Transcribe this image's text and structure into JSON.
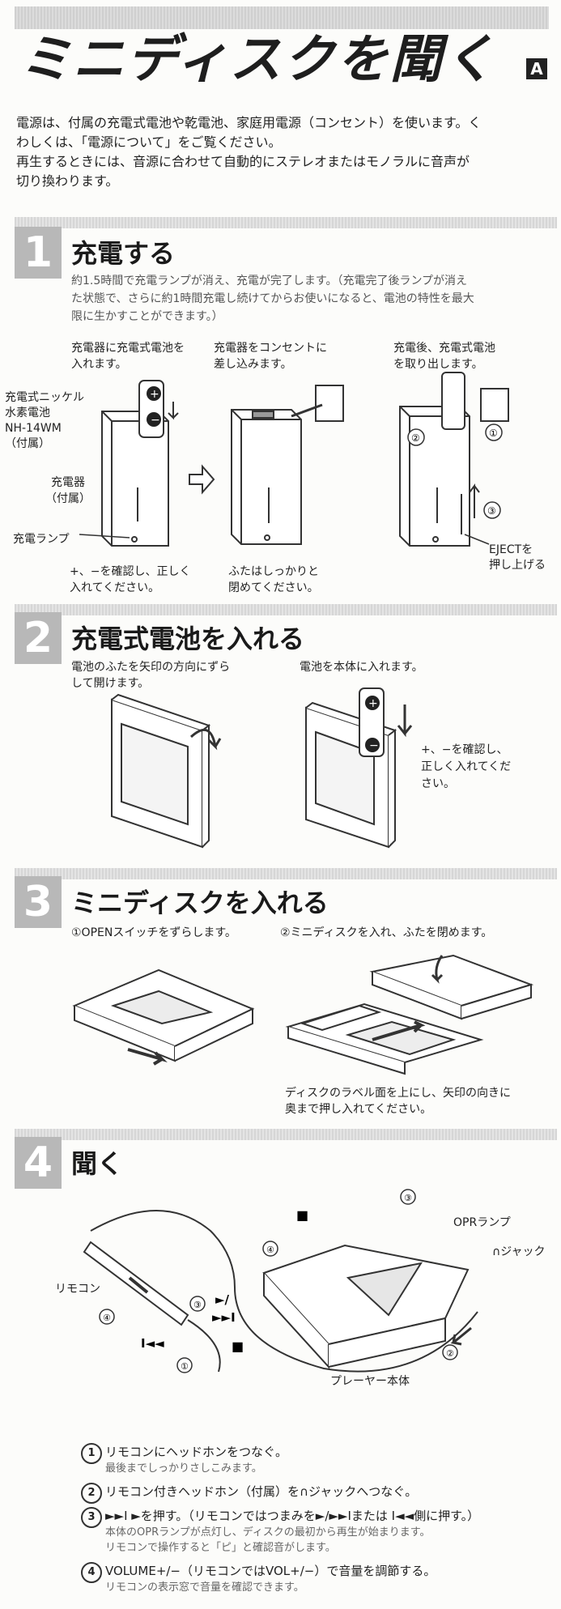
{
  "title": "ミニディスクを聞く",
  "title_badge": "A",
  "intro": [
    "電源は、付属の充電式電池や乾電池、家庭用電源（コンセント）を使います。く",
    "わしくは、「電源について」をご覧ください。",
    "再生するときには、音源に合わせて自動的にステレオまたはモノラルに音声が",
    "切り換わります。"
  ],
  "step1": {
    "number": "1",
    "title": "充電する",
    "desc": [
      "約1.5時間で充電ランプが消え、充電が完了します。（充電完了後ランプが消え",
      "た状態で、さらに約1時間充電し続けてからお使いになると、電池の特性を最大",
      "限に生かすことができます。）"
    ],
    "cap_a": [
      "充電器に充電式電池を",
      "入れます。"
    ],
    "cap_b": [
      "充電器をコンセントに",
      "差し込みます。"
    ],
    "cap_c": [
      "充電後、充電式電池",
      "を取り出します。"
    ],
    "label_battery": [
      "充電式ニッケル",
      "水素電池",
      "NH-14WM",
      "（付属）"
    ],
    "label_charger": [
      "充電器",
      "（付属）"
    ],
    "label_lamp": "充電ランプ",
    "label_eject": [
      "EJECTを",
      "押し上げる"
    ],
    "note_a": [
      "+、−を確認し、正しく",
      "入れてください。"
    ],
    "note_b": [
      "ふたはしっかりと",
      "閉めてください。"
    ],
    "marks": [
      "②",
      "①",
      "③"
    ]
  },
  "step2": {
    "number": "2",
    "title": "充電式電池を入れる",
    "cap_a": [
      "電池のふたを矢印の方向にずら",
      "して開けます。"
    ],
    "cap_b": "電池を本体に入れます。",
    "note": [
      "+、−を確認し、",
      "正しく入れてくだ",
      "さい。"
    ]
  },
  "step3": {
    "number": "3",
    "title": "ミニディスクを入れる",
    "cap_a": "①OPENスイッチをずらします。",
    "cap_b": "②ミニディスクを入れ、ふたを閉めます。",
    "note": [
      "ディスクのラベル面を上にし、矢印の向きに",
      "奥まで押し入れてください。"
    ]
  },
  "step4": {
    "number": "4",
    "title": "聞く",
    "label_remote": "リモコン",
    "label_opr": "OPRランプ",
    "label_jack": "∩ジャック",
    "label_player": "プレーヤー本体",
    "callouts": [
      "③",
      "④",
      "③",
      "④",
      "①",
      "②"
    ],
    "symbols": {
      "stop": "■",
      "play": "►/",
      "ff": "►►I",
      "rew": "I◄◄"
    }
  },
  "instructions": [
    {
      "num": "1",
      "main": "リモコンにヘッドホンをつなぐ。",
      "sub": [
        "最後までしっかりさしこみます。"
      ]
    },
    {
      "num": "2",
      "main": "リモコン付きヘッドホン（付属）を∩ジャックへつなぐ。",
      "sub": []
    },
    {
      "num": "3",
      "main": "►►I ►を押す。（リモコンではつまみを►/►►Iまたは I◄◄側に押す。）",
      "sub": [
        "本体のOPRランプが点灯し、ディスクの最初から再生が始まります。",
        "リモコンで操作すると「ピ」と確認音がします。"
      ]
    },
    {
      "num": "4",
      "main": "VOLUME+/−（リモコンではVOL+/−）で音量を調節する。",
      "sub": [
        "リモコンの表示窓で音量を確認できます。"
      ]
    }
  ]
}
